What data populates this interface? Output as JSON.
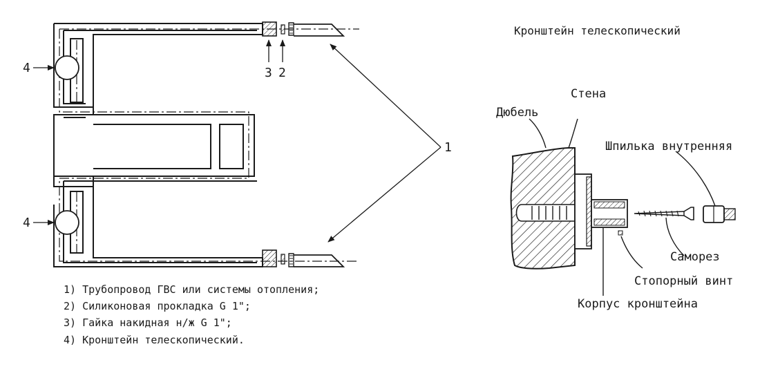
{
  "diagram": {
    "title": "Кронштейн телескопический",
    "left_callouts": {
      "n1": "1",
      "n2": "2",
      "n3": "3",
      "n4_top": "4",
      "n4_bottom": "4"
    },
    "legend": [
      "1) Трубопровод ГВС или системы отопления;",
      "2) Силиконовая прокладка G 1\";",
      "3) Гайка накидная н/ж G 1\";",
      "4) Кронштейн телескопический."
    ],
    "bracket_labels": {
      "dowel": "Дюбель",
      "wall": "Стена",
      "stud": "Шпилька внутренняя",
      "screw": "Саморез",
      "set_screw": "Стопорный винт",
      "body": "Корпус кронштейна"
    }
  }
}
